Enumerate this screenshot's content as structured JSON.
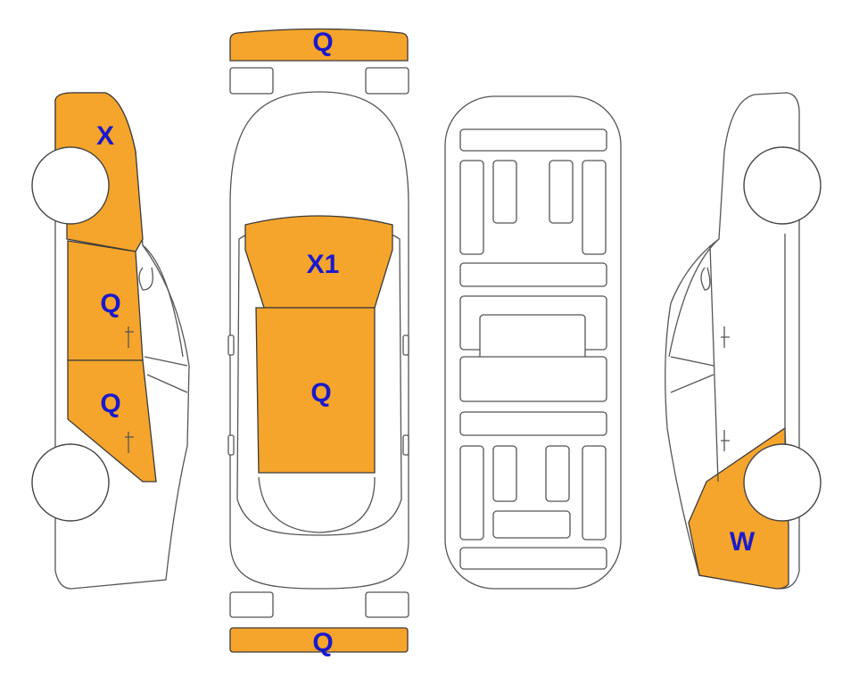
{
  "colors": {
    "damage_fill": "#F5A52B",
    "label_text": "#1A1ACC",
    "outline": "#555555"
  },
  "labels": {
    "front_bumper": "Q",
    "left_front_fender": "X",
    "left_front_door": "Q",
    "left_rear_door": "Q",
    "windshield": "X1",
    "roof": "Q",
    "right_rear_quarter": "W",
    "rear_bumper": "Q"
  }
}
